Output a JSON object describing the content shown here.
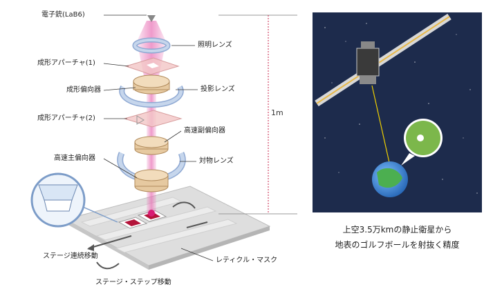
{
  "labels": {
    "electron_gun": "電子銃(LaB6)",
    "illumination_lens": "照明レンズ",
    "shaping_aperture_1": "成形アパーチャ(1)",
    "shaping_deflector": "成形偏向器",
    "projection_lens": "投影レンズ",
    "shaping_aperture_2": "成形アパーチャ(2)",
    "fast_sub_deflector": "高速副偏向器",
    "fast_main_deflector": "高速主偏向器",
    "objective_lens": "対物レンズ",
    "stage_continuous": "ステージ連続移動",
    "reticle_mask": "レティクル・マスク",
    "stage_step": "ステージ・ステップ移動",
    "scale": "1m"
  },
  "caption": {
    "line1": "上空3.5万kmの静止衛星から",
    "line2": "地表のゴルフボールを射抜く精度"
  },
  "colors": {
    "beam": "#e86fb4",
    "ring": "#c6d6ec",
    "deflector": "#e6c9a0",
    "aperture": "#f2c6c6",
    "space": "#1d2b4c",
    "mask_mark": "#b3143a",
    "scale_line": "#c8234a"
  }
}
